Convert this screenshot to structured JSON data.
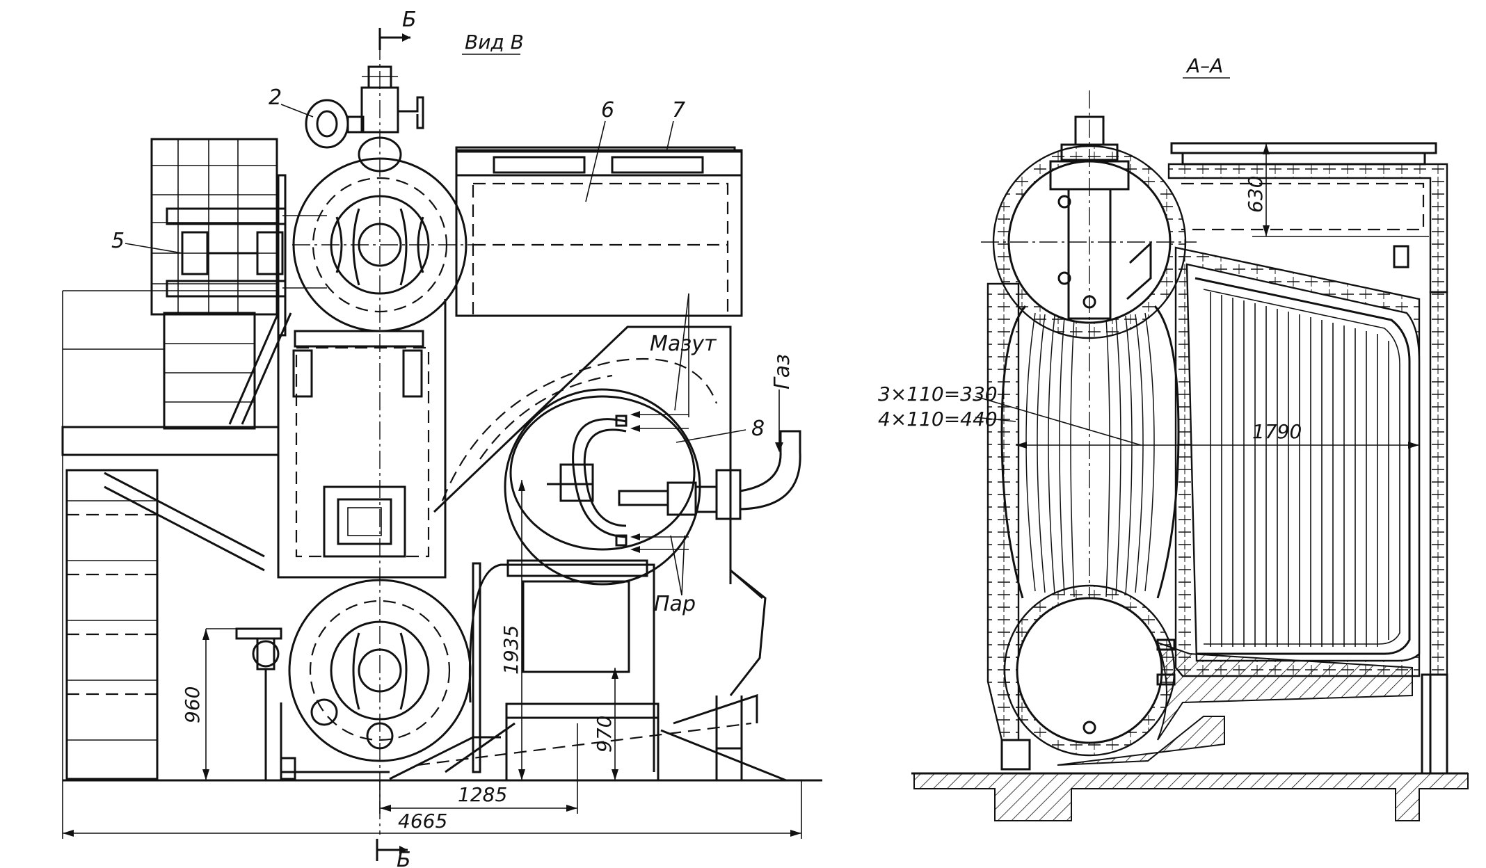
{
  "left_view": {
    "view_title": "Вид В",
    "section_mark_top": "Б",
    "section_mark_bottom": "Б",
    "callouts": [
      "2",
      "5",
      "6",
      "7",
      "8"
    ],
    "flow_labels": {
      "fuel_oil": "Мазут",
      "gas": "Газ",
      "steam": "Пар"
    },
    "dimensions": {
      "d960": "960",
      "d1935": "1935",
      "d970": "970",
      "d1285": "1285",
      "d4665": "4665"
    }
  },
  "right_view": {
    "section_title": "А–А",
    "dimensions": {
      "d630": "630",
      "d330": "3×110=330",
      "d440": "4×110=440",
      "d1790": "1790"
    }
  }
}
